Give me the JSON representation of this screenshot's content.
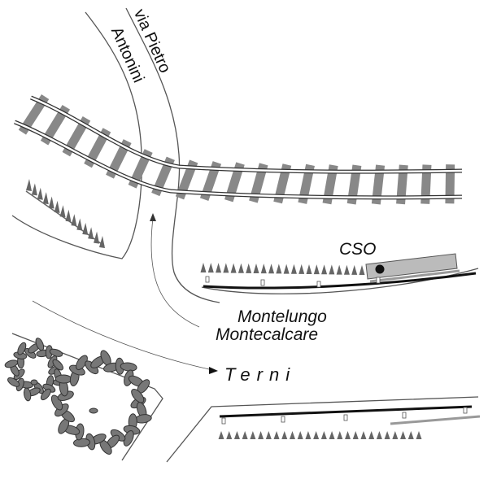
{
  "labels": {
    "street_line1": "via Pietro",
    "street_line2": "Antonini",
    "cso": "CSO",
    "place1": "Montelungo",
    "place2": "Montecalcare",
    "destination": "Terni"
  },
  "colors": {
    "tie": "#888888",
    "rail": "#ffffff",
    "line": "#555555",
    "track": "#111111",
    "leaf": "#777777",
    "building": "#bbbbbb"
  }
}
